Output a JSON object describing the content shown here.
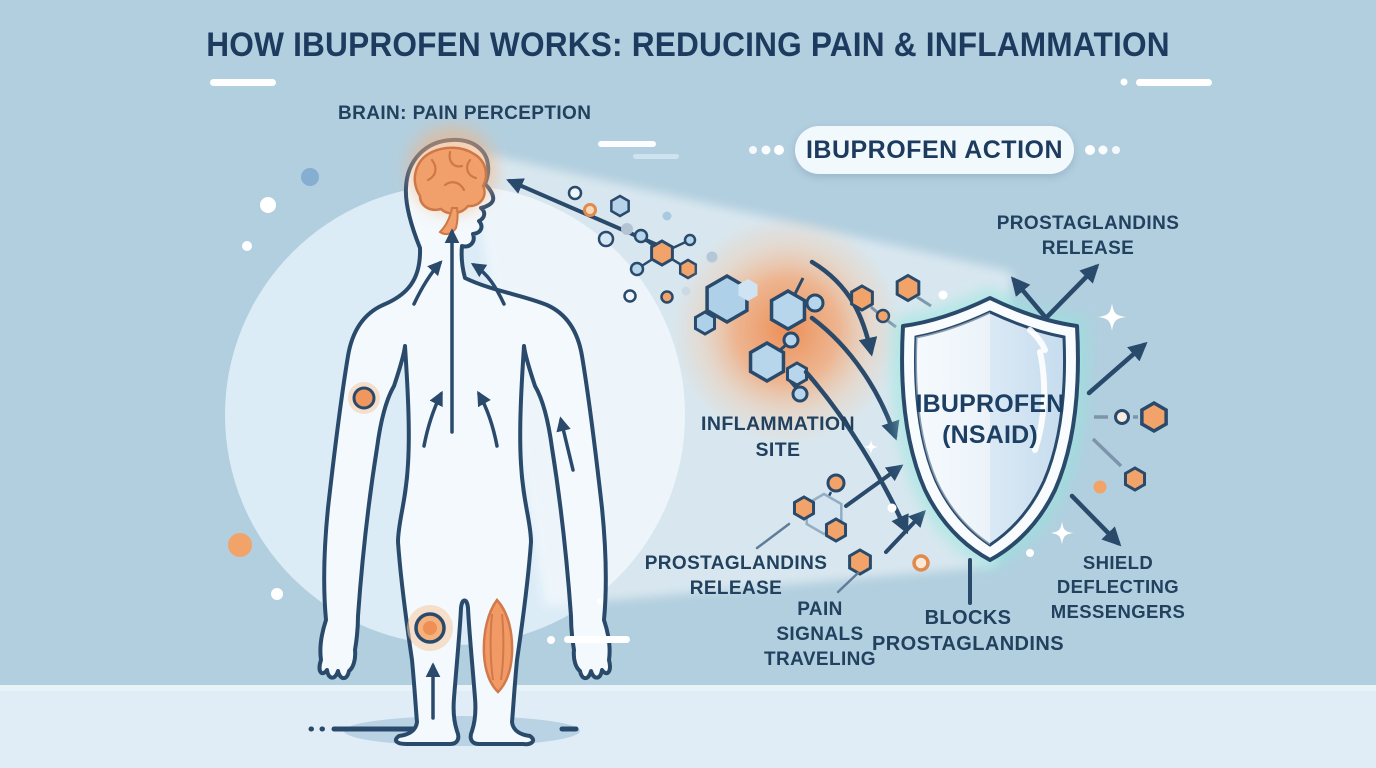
{
  "title": "HOW IBUPROFEN WORKS: REDUCING PAIN & INFLAMMATION",
  "labels": {
    "brain": "BRAIN: PAIN PERCEPTION",
    "action_badge": "IBUPROFEN ACTION",
    "prostaglandins_release_top": "PROSTAGLANDINS RELEASE",
    "inflammation_site": "INFLAMMATION SITE",
    "shield_title": "IBUPROFEN (NSAID)",
    "prostaglandins_release_bottom": "PROSTAGLANDINS RELEASE",
    "pain_signals": "PAIN SIGNALS TRAVELING",
    "blocks_prostaglandins": "BLOCKS PROSTAGLANDINS",
    "shield_deflecting": "SHIELD DEFLECTING MESSENGERS"
  },
  "colors": {
    "background": "#b2cfdf",
    "floor": "#e0edf6",
    "spotlight_circle": "#dcecf7",
    "navy_text": "#1d3b5e",
    "outline_navy": "#2a4a6c",
    "orange": "#f2a369",
    "orange_deep": "#ef8f55",
    "molecule_blue": "#b7d6ec",
    "shield_glow": "#8fe6dc",
    "shield_fill_light": "#f4fafd",
    "shield_fill_dark": "#c9ddee"
  }
}
